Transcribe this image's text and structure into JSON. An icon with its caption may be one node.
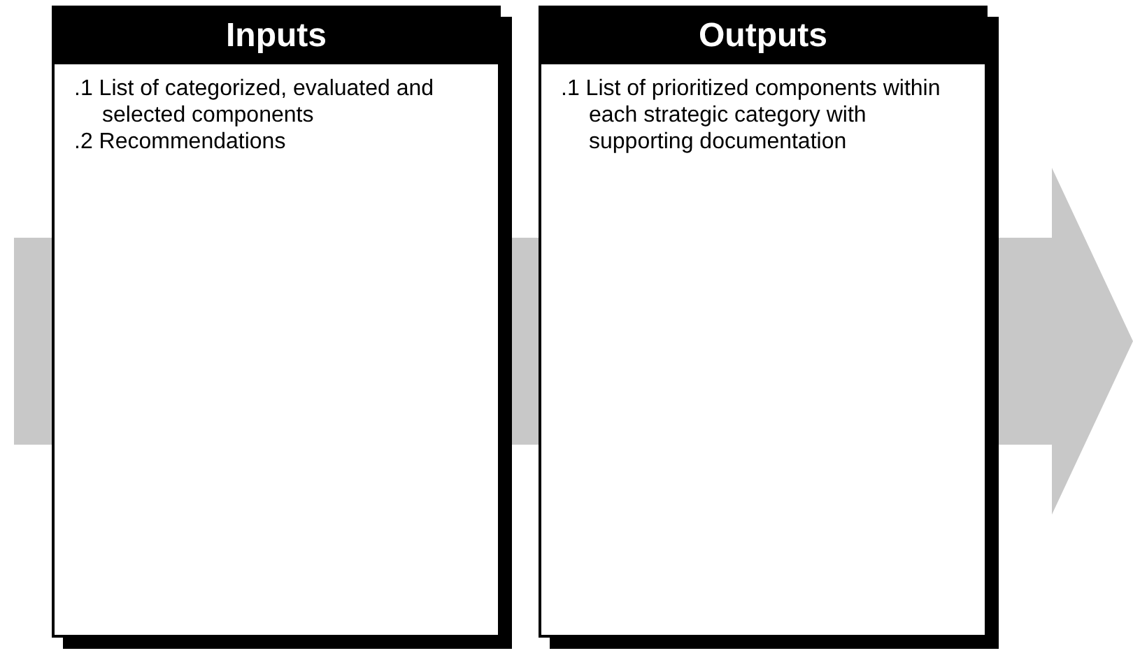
{
  "diagram": {
    "nodes": [
      {
        "text": [
          "Inputs",
          ".1 List of categorized, evaluated and selected components",
          ".2 Recommendations"
        ]
      },
      {
        "text": [
          "Outputs",
          ".1 List of prioritized components within each strategic category with supporting documentation"
        ]
      }
    ]
  }
}
